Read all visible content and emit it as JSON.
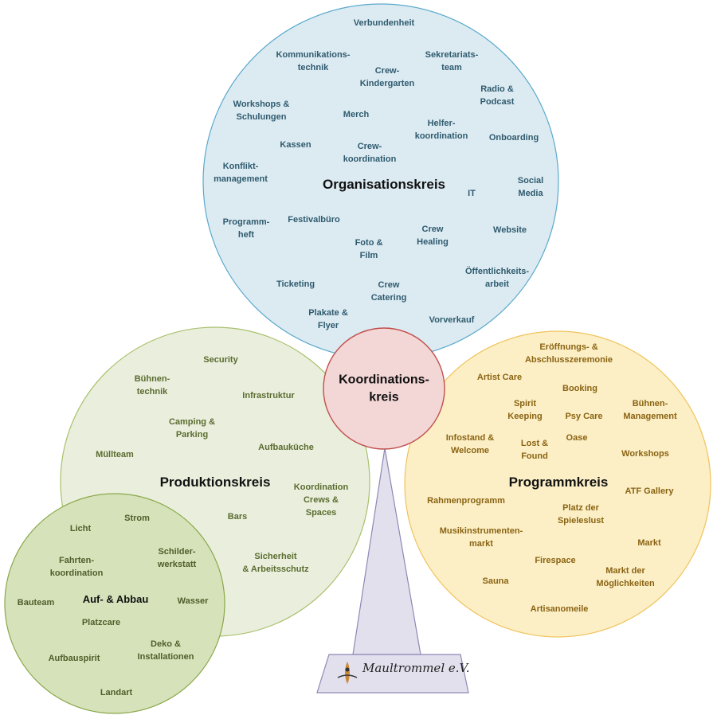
{
  "colors": {
    "organisation_fill": "#dcebf2",
    "organisation_stroke": "#5aa9cc",
    "produktion_fill": "#e9efdc",
    "produktion_stroke": "#a8c06c",
    "aufabbau_fill": "#d6e2ba",
    "aufabbau_stroke": "#8aa84a",
    "programm_fill": "#fcefc6",
    "programm_stroke": "#efc35a",
    "koordination_fill": "#f3d6d6",
    "koordination_stroke": "#c0504d",
    "stand_fill": "#e3e0ee",
    "stand_stroke": "#8e88b4"
  },
  "koordinationskreis": {
    "title": "Koordinations-\nkreis"
  },
  "organisationskreis": {
    "title": "Organisationskreis",
    "items": [
      "Verbundenheit",
      "Kommunikations-\ntechnik",
      "Sekretariats-\nteam",
      "Crew-\nKindergarten",
      "Radio &\nPodcast",
      "Workshops &\nSchulungen",
      "Merch",
      "Helfer-\nkoordination",
      "Onboarding",
      "Kassen",
      "Crew-\nkoordination",
      "Konflikt-\nmanagement",
      "Social\nMedia",
      "IT",
      "Programm-\nheft",
      "Festivalbüro",
      "Crew\nHealing",
      "Website",
      "Foto &\nFilm",
      "Öffentlichkeits-\narbeit",
      "Ticketing",
      "Crew\nCatering",
      "Plakate &\nFlyer",
      "Vorverkauf"
    ]
  },
  "produktionskreis": {
    "title": "Produktionskreis",
    "items": [
      "Security",
      "Bühnen-\ntechnik",
      "Infrastruktur",
      "Camping &\nParking",
      "Aufbauküche",
      "Müllteam",
      "Koordination\nCrews &\nSpaces",
      "Bars",
      "Sicherheit\n&  Arbeitsschutz"
    ]
  },
  "aufabbau": {
    "title": "Auf- & Abbau",
    "items": [
      "Strom",
      "Licht",
      "Fahrten-\nkoordination",
      "Schilder-\nwerkstatt",
      "Bauteam",
      "Wasser",
      "Platzcare",
      "Deko &\nInstallationen",
      "Aufbauspirit",
      "Landart"
    ]
  },
  "programmkreis": {
    "title": "Programmkreis",
    "items": [
      "Eröffnungs- &\nAbschlusszeremonie",
      "Artist Care",
      "Booking",
      "Spirit\nKeeping",
      "Psy Care",
      "Bühnen-\nManagement",
      "Infostand &\nWelcome",
      "Lost &\nFound",
      "Oase",
      "Workshops",
      "ATF Gallery",
      "Rahmenprogramm",
      "Platz der\nSpieleslust",
      "Musikinstrumenten-\nmarkt",
      "Markt",
      "Firespace",
      "Markt der\nMöglichkeiten",
      "Sauna",
      "Artisanomeile"
    ]
  },
  "logo": {
    "text": "Maultrommel e.V."
  }
}
